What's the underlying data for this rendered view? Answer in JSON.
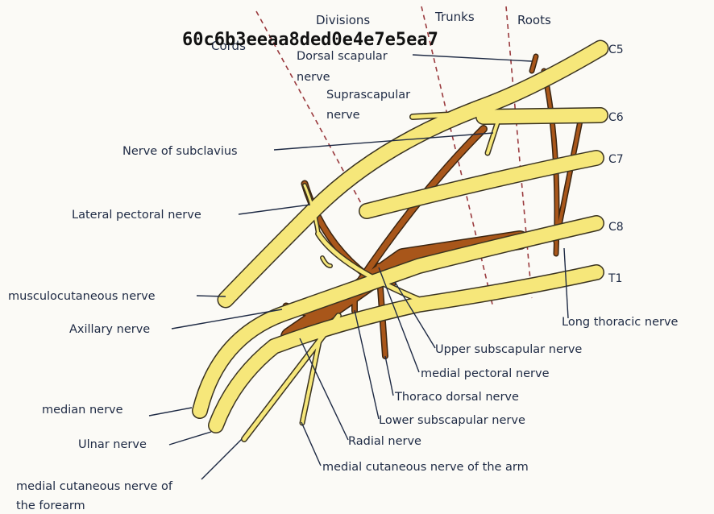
{
  "colors": {
    "yellow_nerve": "#f6e77a",
    "brown_nerve": "#a8561a",
    "outline": "#3a3320",
    "label": "#1e2a44",
    "divider": "#9a3a3e"
  },
  "stamp": "60c6b3eeaa8ded0e4e7e5ea7",
  "columns": {
    "cords": "Cords",
    "divisions": "Divisions",
    "trunks": "Trunks",
    "roots": "Roots"
  },
  "roots": {
    "c5": "C5",
    "c6": "C6",
    "c7": "C7",
    "c8": "C8",
    "t1": "T1"
  },
  "labels": {
    "dorsal_scapular_1": "Dorsal scapular",
    "dorsal_scapular_2": "nerve",
    "suprascapular_1": "Suprascapular",
    "suprascapular_2": "nerve",
    "subclavius": "Nerve of subclavius",
    "lateral_pectoral": "Lateral pectoral nerve",
    "musculocutaneous": "musculocutaneous nerve",
    "axillary": "Axillary nerve",
    "median": "median nerve",
    "ulnar": "Ulnar nerve",
    "med_cut_forearm_1": "medial cutaneous nerve of",
    "med_cut_forearm_2": "the forearm",
    "long_thoracic": "Long thoracic nerve",
    "upper_subscapular": "Upper subscapular nerve",
    "medial_pectoral": "medial pectoral nerve",
    "thoracodorsal": "Thoraco dorsal nerve",
    "lower_subscapular": "Lower subscapular nerve",
    "radial": "Radial nerve",
    "med_cut_arm": "medial cutaneous nerve of the arm"
  }
}
